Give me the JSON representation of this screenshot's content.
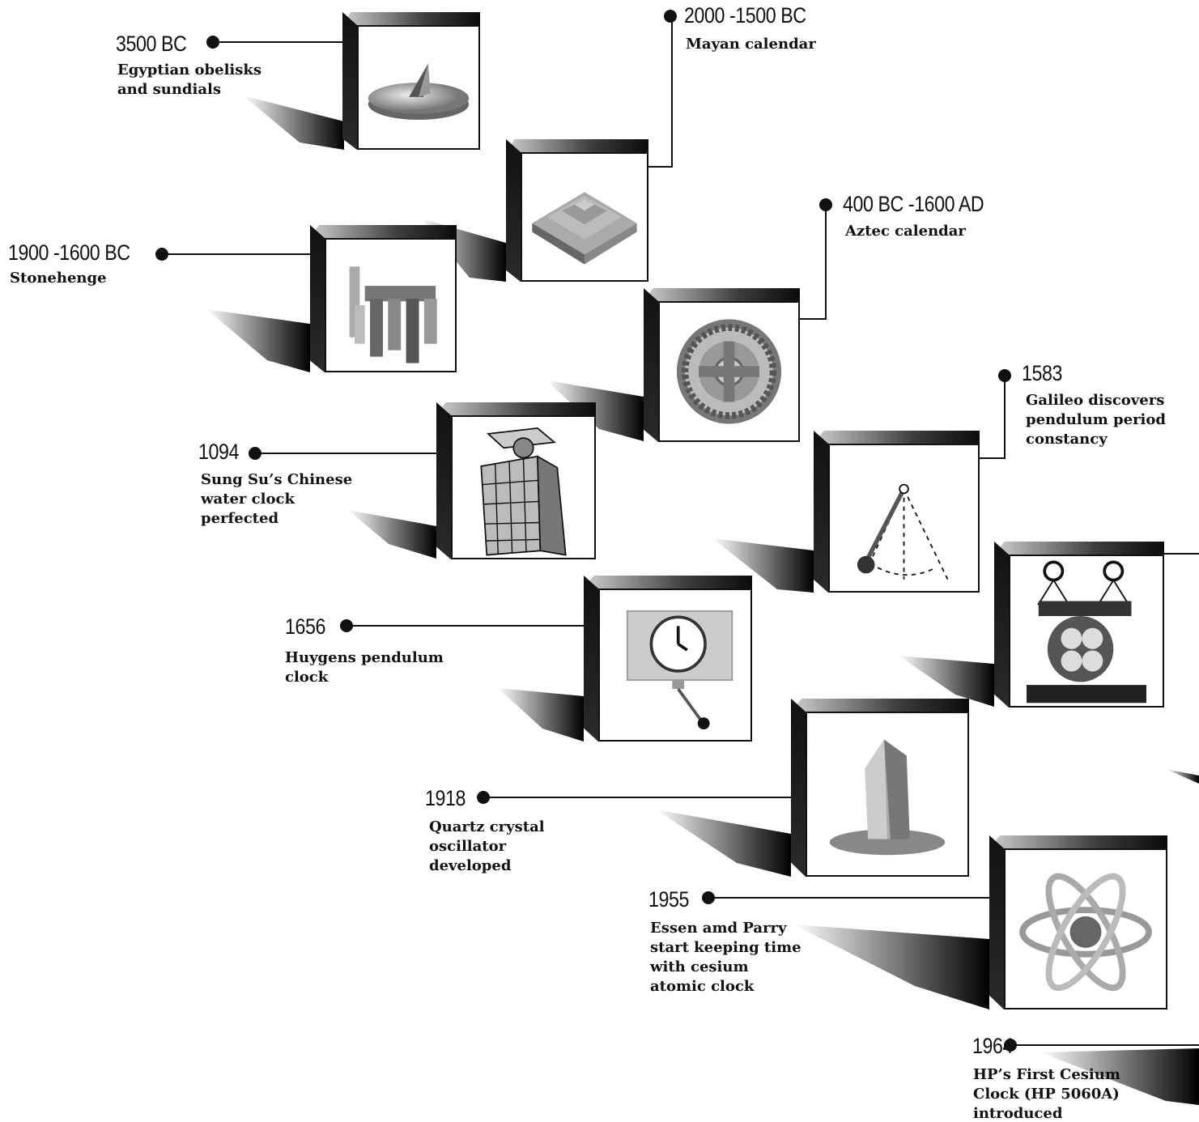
{
  "events": [
    {
      "id": "obelisk",
      "year": "3500 BC",
      "desc": "Egyptian obelisks\nand sundials",
      "icon": "sundial-icon"
    },
    {
      "id": "mayan",
      "year": "2000 -1500 BC",
      "desc": "Mayan calendar",
      "icon": "pyramid-icon"
    },
    {
      "id": "stonehenge",
      "year": "1900 -1600 BC",
      "desc": "Stonehenge",
      "icon": "stonehenge-icon"
    },
    {
      "id": "aztec",
      "year": "400 BC -1600 AD",
      "desc": "Aztec calendar",
      "icon": "calendar-stone-icon"
    },
    {
      "id": "galileo",
      "year": "1583",
      "desc": "Galileo discovers\npendulum period\nconstancy",
      "icon": "pendulum-icon"
    },
    {
      "id": "sungsu",
      "year": "1094",
      "desc": "Sung Su’s Chinese\nwater clock\nperfected",
      "icon": "water-clock-tower-icon"
    },
    {
      "id": "huygens",
      "year": "1656",
      "desc": "Huygens pendulum\nclock",
      "icon": "pendulum-clock-icon"
    },
    {
      "id": "quartz",
      "year": "1918",
      "desc": "Quartz crystal\noscillator\ndeveloped",
      "icon": "quartz-crystal-icon"
    },
    {
      "id": "essen",
      "year": "1955",
      "desc": "Essen amd Parry\nstart keeping time\nwith cesium\natomic clock",
      "icon": "atom-icon"
    },
    {
      "id": "hp",
      "year": "1964",
      "desc": "HP’s First Cesium\nClock (HP 5060A)\nintroduced",
      "icon": null
    },
    {
      "id": "machine",
      "year": null,
      "desc": null,
      "icon": "machine-icon"
    }
  ],
  "colors": {
    "ink": "#111111",
    "shadow": "#000000",
    "paper": "#ffffff"
  }
}
